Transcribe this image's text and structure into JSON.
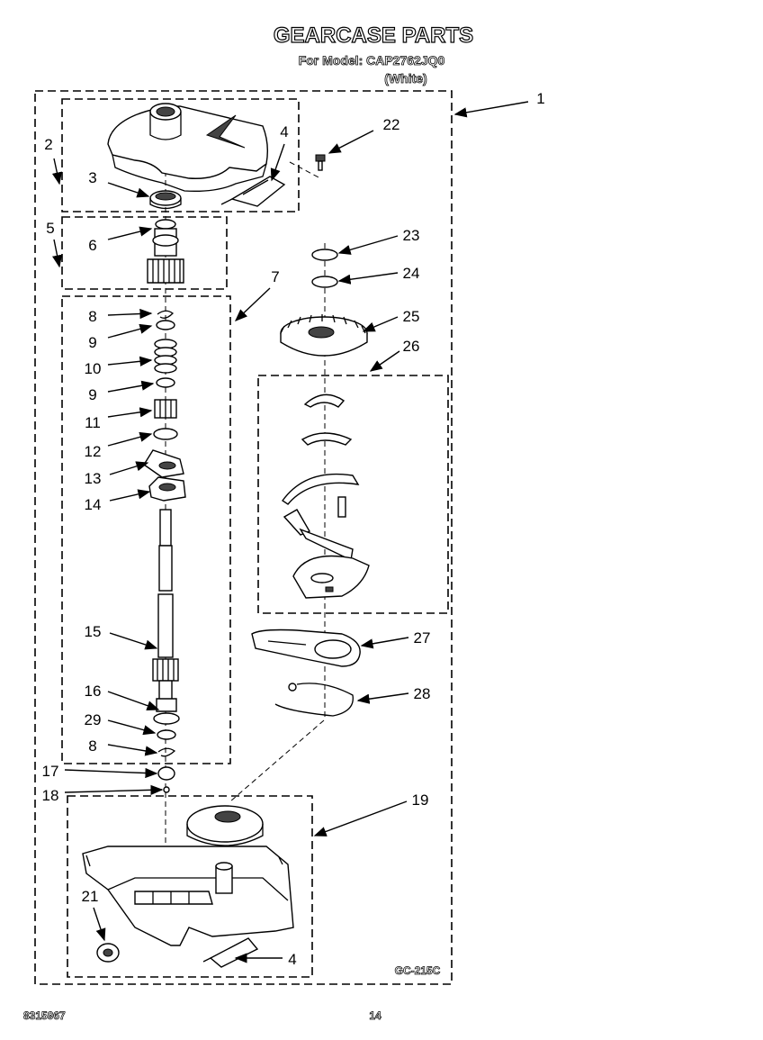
{
  "header": {
    "title": "GEARCASE PARTS",
    "model_line": "For Model: CAP2762JQ0",
    "color_line": "(White)"
  },
  "callouts": [
    "1",
    "2",
    "3",
    "4",
    "5",
    "6",
    "7",
    "8",
    "9",
    "10",
    "9",
    "11",
    "12",
    "13",
    "14",
    "15",
    "16",
    "29",
    "8",
    "17",
    "18",
    "19",
    "21",
    "4",
    "22",
    "23",
    "24",
    "25",
    "26",
    "27",
    "28"
  ],
  "figure_code": "GC-215C",
  "footer": {
    "doc_number": "8315967",
    "page_number": "14"
  }
}
